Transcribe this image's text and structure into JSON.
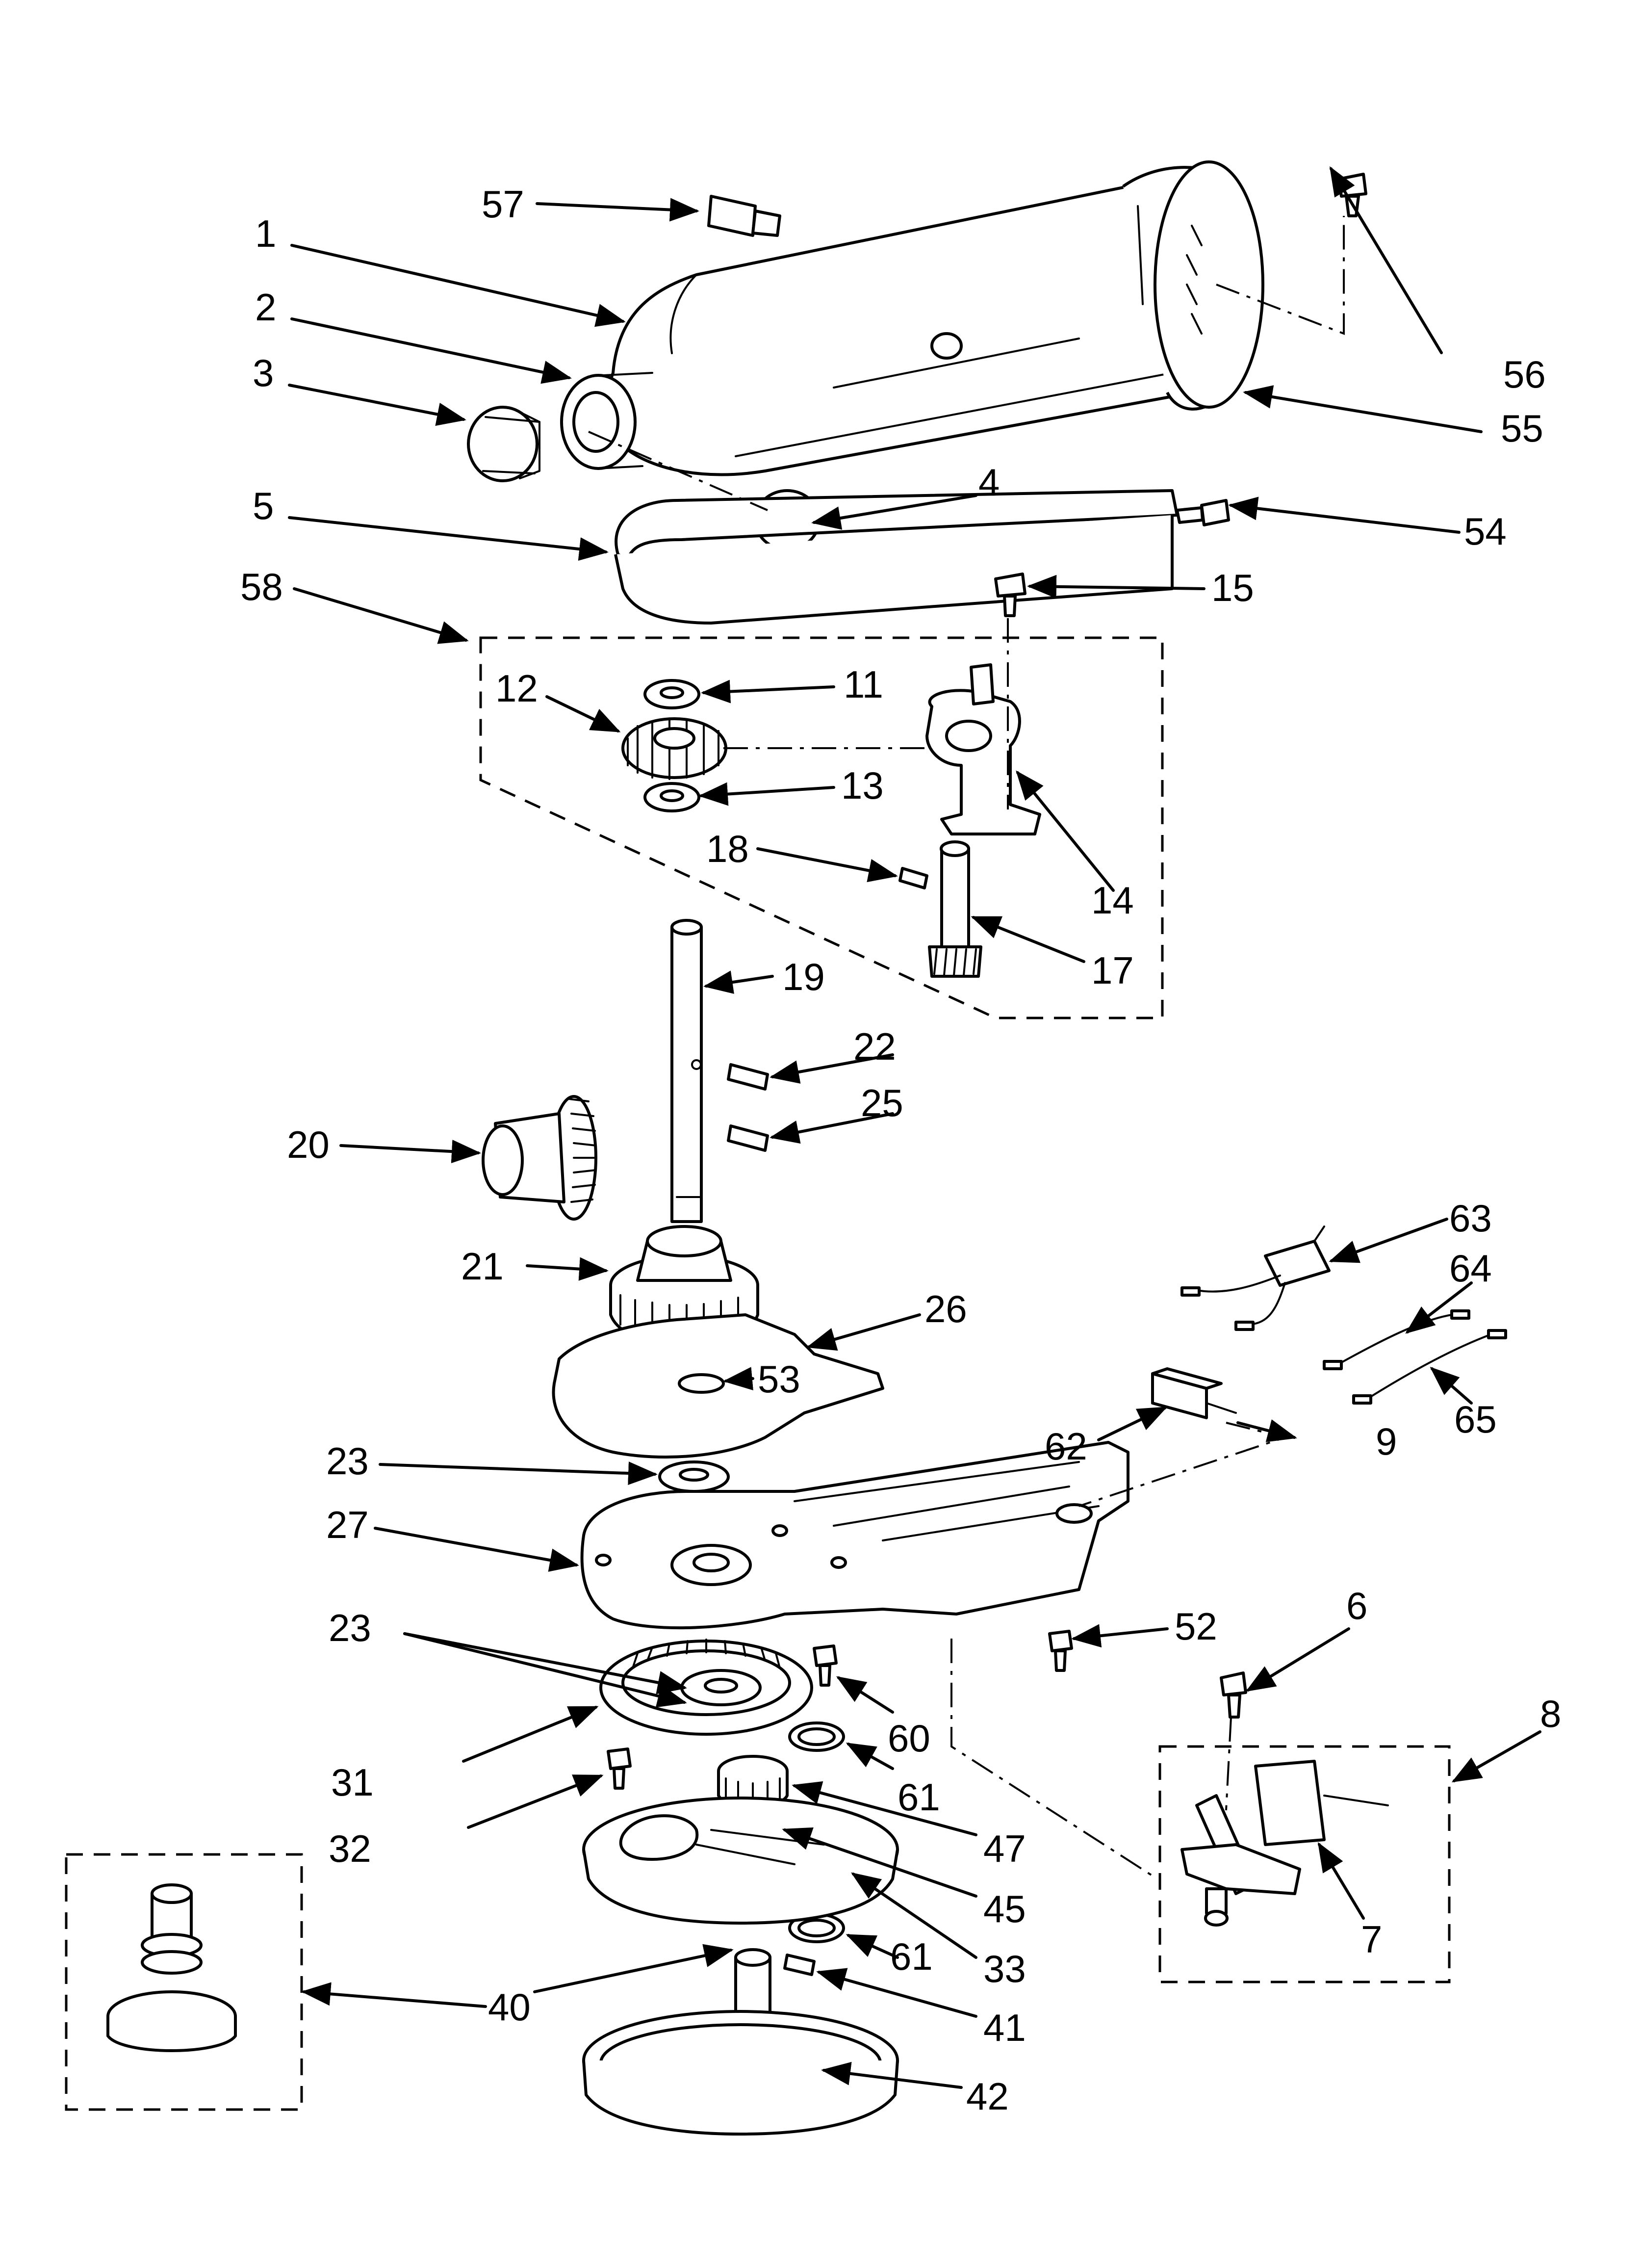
{
  "labels": {
    "p1": "1",
    "p2": "2",
    "p3": "3",
    "p4": "4",
    "p5": "5",
    "p6": "6",
    "p7": "7",
    "p8": "8",
    "p9": "9",
    "p11": "11",
    "p12": "12",
    "p13": "13",
    "p14": "14",
    "p15": "15",
    "p17": "17",
    "p18": "18",
    "p19": "19",
    "p20": "20",
    "p21": "21",
    "p22": "22",
    "p23a": "23",
    "p23b": "23",
    "p25": "25",
    "p26": "26",
    "p27": "27",
    "p31": "31",
    "p32": "32",
    "p33": "33",
    "p40": "40",
    "p41": "41",
    "p42": "42",
    "p45": "45",
    "p47": "47",
    "p52": "52",
    "p53": "53",
    "p54": "54",
    "p55": "55",
    "p56": "56",
    "p57": "57",
    "p58": "58",
    "p60": "60",
    "p61a": "61",
    "p61b": "61",
    "p62": "62",
    "p63": "63",
    "p64": "64",
    "p65": "65"
  }
}
